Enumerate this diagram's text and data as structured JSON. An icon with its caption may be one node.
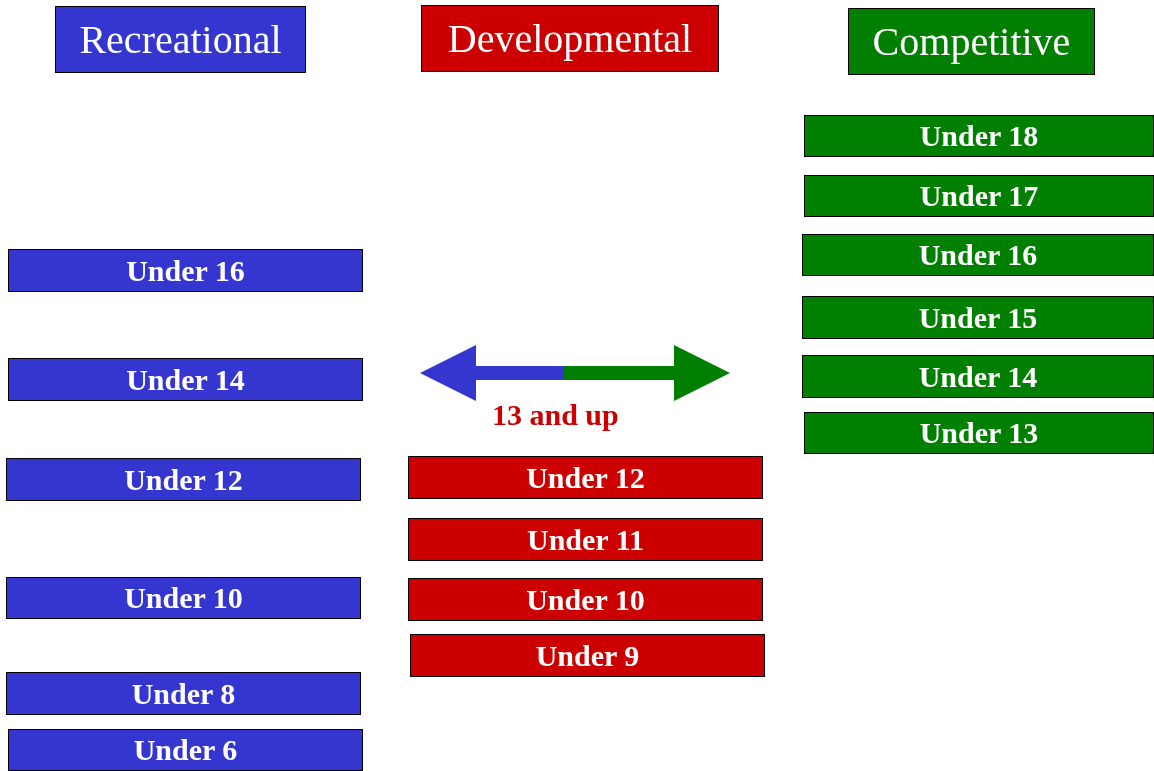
{
  "diagram": {
    "nodes": [
      {
        "text": [
          "Recreational"
        ]
      },
      {
        "text": [
          "Developmental"
        ]
      },
      {
        "text": [
          "Competitive"
        ]
      },
      {
        "text": [
          "Under 18"
        ]
      },
      {
        "text": [
          "Under 17"
        ]
      },
      {
        "text": [
          "Under 16"
        ]
      },
      {
        "text": [
          "Under 15"
        ]
      },
      {
        "text": [
          "Under 14"
        ]
      },
      {
        "text": [
          "Under 13"
        ]
      },
      {
        "text": [
          "Under 16"
        ]
      },
      {
        "text": [
          "Under 14"
        ]
      },
      {
        "text": [
          "Under 12"
        ]
      },
      {
        "text": [
          "Under 10"
        ]
      },
      {
        "text": [
          "Under 8"
        ]
      },
      {
        "text": [
          "Under 6"
        ]
      },
      {
        "text": [
          "Under 12"
        ]
      },
      {
        "text": [
          "Under 11"
        ]
      },
      {
        "text": [
          "Under 10"
        ]
      },
      {
        "text": [
          "Under 9"
        ]
      }
    ],
    "labels": [
      "13 and up"
    ]
  }
}
